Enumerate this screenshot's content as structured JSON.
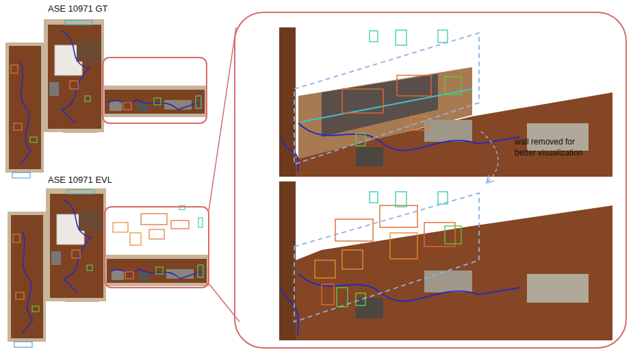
{
  "diagram": {
    "labels": [
      "ASE 10971 GT",
      "ASE 10971 EVL",
      "wall removed for better visualization"
    ]
  }
}
